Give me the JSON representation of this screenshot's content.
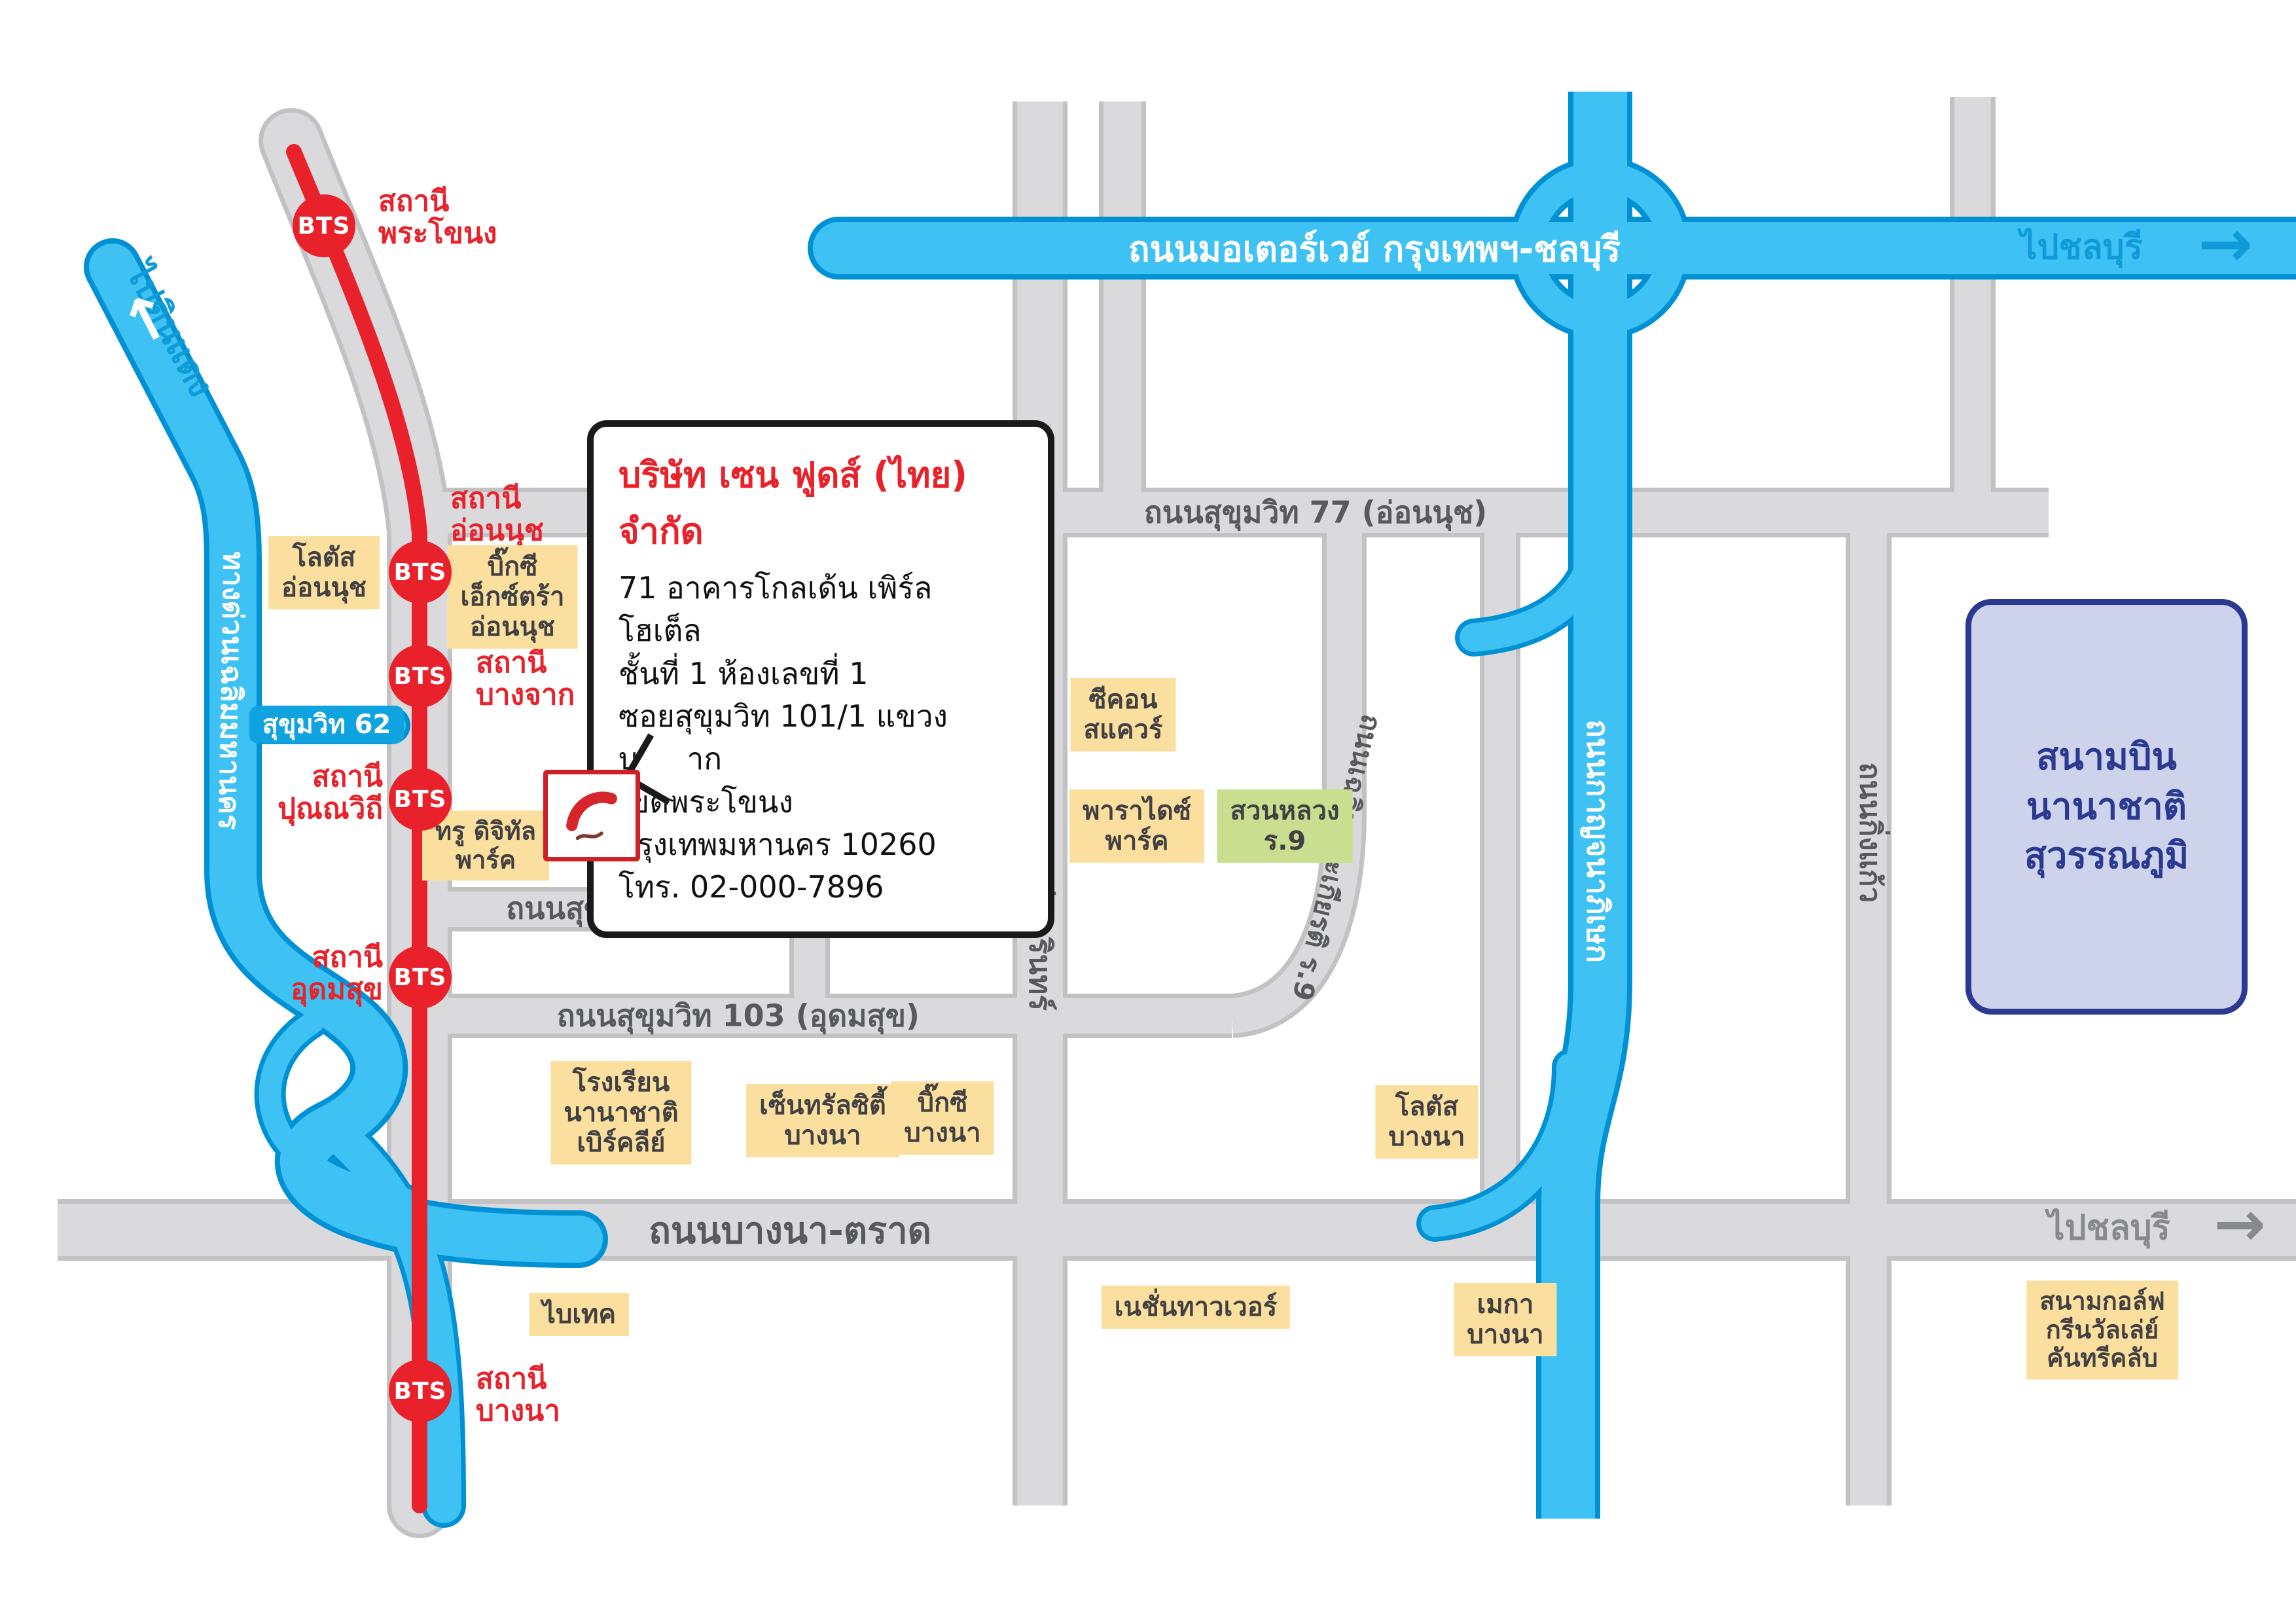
{
  "colors": {
    "bts_red": "#e8212a",
    "road_blue": "#3ec1f3",
    "road_blue_edge": "#0091d4",
    "road_gray": "#dadadc",
    "road_gray_edge": "#c2c2c4",
    "road_label_gray": "#58595b",
    "direction_blue": "#0e9bd8",
    "direction_gray": "#87898c",
    "landmark_yellow": "#fbdf9f",
    "park_green": "#c9de8f",
    "airport_fill": "#ccd3eb",
    "airport_navy": "#2b3990"
  },
  "badge": {
    "bts": "BTS"
  },
  "stations": {
    "phra_khanong": "สถานี\nพระโขนง",
    "on_nut": "สถานี\nอ่อนนุช",
    "bang_chak": "สถานี\nบางจาก",
    "punnawithi": "สถานี\nปุณณวิถี",
    "udom_suk": "สถานี\nอุดมสุข",
    "bang_na": "สถานี\nบางนา"
  },
  "roads": {
    "motorway": "ถนนมอเตอร์เวย์ กรุงเทพฯ-ชลบุรี",
    "to_chonburi_top": "ไปชลบุรี",
    "to_chonburi_bottom": "ไปชลบุรี",
    "to_din_daeng": "ไปดินแดง",
    "sukhumvit_62": "สุขุมวิท 62",
    "sukhumvit_77": "ถนนสุขุมวิท 77 (อ่อนนุช)",
    "sukhumvit_101_1": "ถนนสุขุมวิท 101/1",
    "sukhumvit_103": "ถนนสุขุมวิท 103 (อุดมสุข)",
    "bangna_trad": "ถนนบางนา-ตราด",
    "srinagarindra": "ถนนศรีนครินทร์",
    "chalerm_phrakiat": "ถนนเฉลิมพระเกียรติ ร.9",
    "kanchanaphisek": "ถนนกาญจนาภิเษก",
    "expressway": "ทางด่วนเฉลิมมหานคร",
    "king_kaew": "ถนนกิ่งแก้ว"
  },
  "landmarks": {
    "lotus_on_nut": "โลตัส\nอ่อนนุช",
    "bigc_extra_on_nut": "บิ๊กซี\nเอ็กซ์ตร้า\nอ่อนนุช",
    "true_digital_park": "ทรู ดิจิทัล\nพาร์ค",
    "seacon_square": "ซีคอน\nสแควร์",
    "paradise_park": "พาราไดซ์\nพาร์ค",
    "suan_luang_r9": "สวนหลวง\nร.9",
    "berkeley_school": "โรงเรียน\nนานาชาติ\nเบิร์คลีย์",
    "central_city_bangna": "เซ็นทรัลซิตี้\nบางนา",
    "bigc_bangna": "บิ๊กซี\nบางนา",
    "lotus_bangna": "โลตัส\nบางนา",
    "bitec": "ไบเทค",
    "nation_tower": "เนชั่นทาวเวอร์",
    "mega_bangna": "เมกา\nบางนา",
    "green_valley_golf": "สนามกอล์ฟ\nกรีนวัลเล่ย์\nคันทรีคลับ"
  },
  "airport": {
    "name": "สนามบินนานาชาติ\nสุวรรณภูมิ"
  },
  "callout": {
    "title": "บริษัท เซน ฟูดส์ (ไทย) จำกัด",
    "address": "71 อาคารโกลเด้น เพิร์ล โฮเต็ล\nชั้นที่ 1 ห้องเลขที่ 1\nซอยสุขุมวิท 101/1 แขวงบางจาก\nเขตพระโขนง\nกรุงเทพมหานคร 10260\nโทร. 02-000-7896"
  },
  "arrows": {
    "right": "→"
  }
}
